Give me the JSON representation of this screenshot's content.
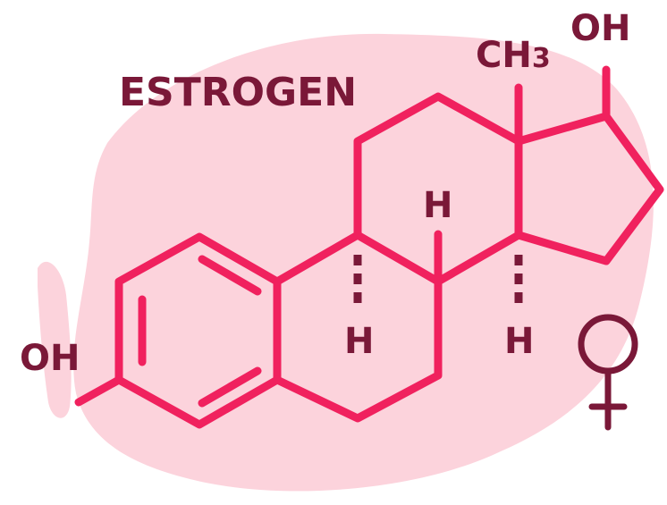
{
  "title": "ESTROGEN",
  "labels": {
    "oh_left": "OH",
    "oh_top": "OH",
    "ch3_main": "CH",
    "ch3_sub": "3",
    "h_top": "H",
    "h_left": "H",
    "h_right": "H"
  },
  "icons": {
    "gender_symbol": "female-symbol-icon"
  },
  "colors": {
    "bond": "#f0215e",
    "label": "#7a1838",
    "blob": "#fcd3dc",
    "background": "#ffffff"
  }
}
